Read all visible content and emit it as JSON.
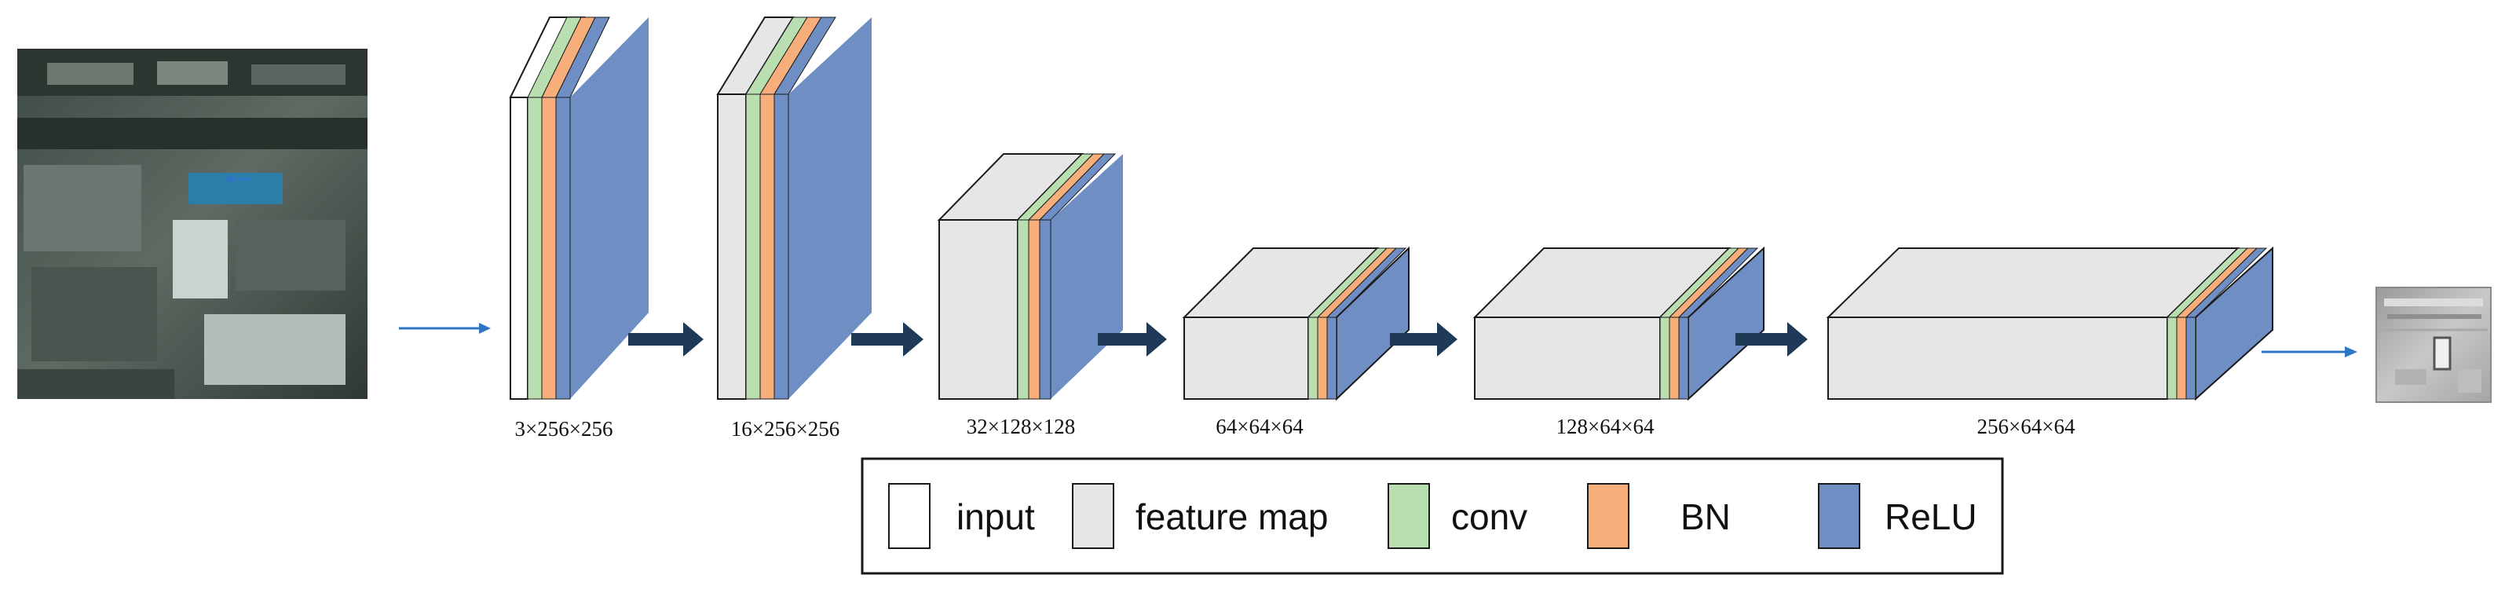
{
  "colors": {
    "input": "#ffffff",
    "feature_map": "#e6e6e6",
    "conv": "#b9dfb0",
    "bn": "#f7ae7a",
    "relu": "#6f8fc4",
    "arrow_dark": "#1f3a57",
    "arrow_blue": "#2e75c6",
    "outline": "#1a1a1a"
  },
  "input_image": {
    "description_icon": "aerial-photo"
  },
  "output_image": {
    "description_icon": "grayscale-height-map"
  },
  "blocks": [
    {
      "label": "3×256×256",
      "first_slice": "input"
    },
    {
      "label": "16×256×256",
      "first_slice": "feature_map"
    },
    {
      "label": "32×128×128",
      "first_slice": "feature_map"
    },
    {
      "label": "64×64×64",
      "first_slice": "feature_map"
    },
    {
      "label": "128×64×64",
      "first_slice": "feature_map"
    },
    {
      "label": "256×64×64",
      "first_slice": "feature_map"
    }
  ],
  "legend": [
    {
      "key": "input",
      "label": "input"
    },
    {
      "key": "feature_map",
      "label": "feature map"
    },
    {
      "key": "conv",
      "label": "conv"
    },
    {
      "key": "bn",
      "label": "BN"
    },
    {
      "key": "relu",
      "label": "ReLU"
    }
  ]
}
